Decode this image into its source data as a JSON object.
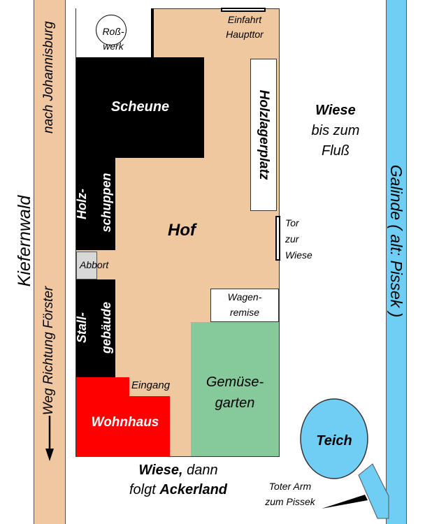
{
  "colors": {
    "road": "#f0c7a0",
    "hof": "#f0c8a0",
    "river": "#70cef5",
    "building": "#000000",
    "wohnhaus": "#ff0000",
    "garden": "#86c99a",
    "abbort": "#d8d8d8",
    "white": "#ffffff"
  },
  "labels": {
    "kiefernwald": "Kiefernwald",
    "road_top": "nach Johannisburg",
    "road_bottom": "Weg Richtung Förster",
    "arrow": "⟵",
    "river": "Galinde ( alt: Pissek )",
    "wiese_right_1": "Wiese",
    "wiese_right_2": "bis zum",
    "wiese_right_3": "Fluß",
    "wiese_bottom_1a": "Wiese,",
    "wiese_bottom_1b": " dann",
    "wiese_bottom_2a": "folgt ",
    "wiese_bottom_2b": "Ackerland",
    "totarm_1": "Toter Arm",
    "totarm_2": "zum Pissek",
    "teich": "Teich"
  },
  "buildings": {
    "rosswerk_1": "Roß-",
    "rosswerk_2": "werk",
    "einfahrt_1": "Einfahrt",
    "einfahrt_2": "Haupttor",
    "scheune": "Scheune",
    "holzlager": "Holzlagerplatz",
    "holzschuppen_1": "Holz-",
    "holzschuppen_2": "schuppen",
    "hof": "Hof",
    "tor_1": "Tor",
    "tor_2": "zur",
    "tor_3": "Wiese",
    "abbort": "Abbort",
    "wagen_1": "Wagen-",
    "wagen_2": "remise",
    "stall_1": "Stall-",
    "stall_2": "gebäude",
    "eingang": "Eingang",
    "gemuese_1": "Gemüse-",
    "gemuese_2": "garten",
    "wohnhaus": "Wohnhaus"
  }
}
